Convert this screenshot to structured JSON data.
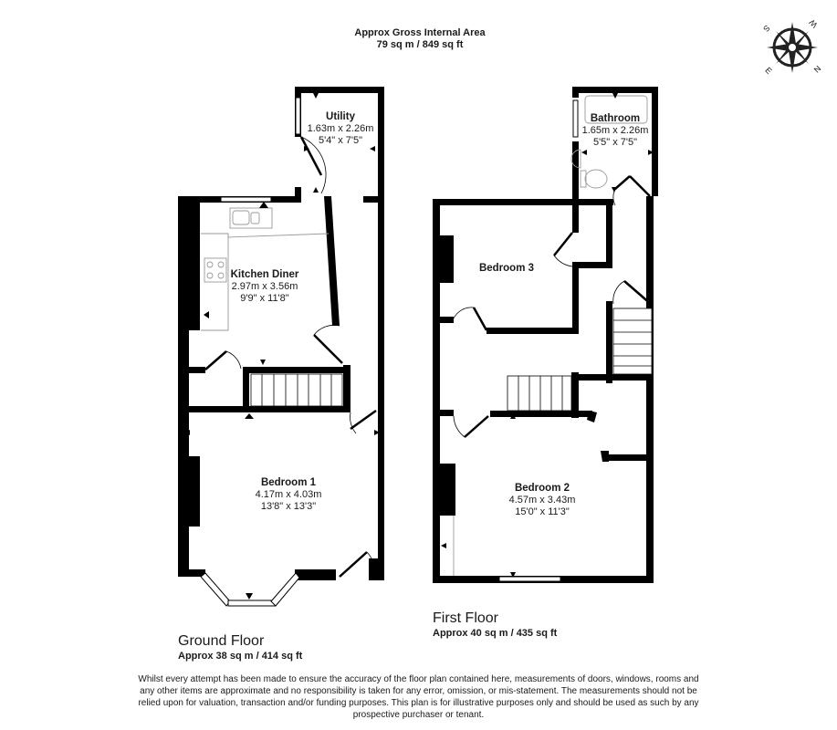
{
  "header": {
    "title": "Approx Gross Internal Area",
    "area": "79 sq m / 849 sq ft"
  },
  "compass": {
    "icon": "compass-rose-icon",
    "labels": {
      "n": "N",
      "s": "S",
      "e": "E",
      "w": "W"
    }
  },
  "ground_floor": {
    "title": "Ground Floor",
    "area": "Approx 38 sq m / 414 sq ft",
    "rooms": [
      {
        "name": "Utility",
        "metric": "1.63m x 2.26m",
        "imperial": "5'4\" x 7'5\""
      },
      {
        "name": "Kitchen Diner",
        "metric": "2.97m x 3.56m",
        "imperial": "9'9\" x 11'8\""
      },
      {
        "name": "Bedroom 1",
        "metric": "4.17m x 4.03m",
        "imperial": "13'8\" x 13'3\""
      }
    ]
  },
  "first_floor": {
    "title": "First Floor",
    "area": "Approx 40 sq m / 435 sq ft",
    "rooms": [
      {
        "name": "Bathroom",
        "metric": "1.65m x 2.26m",
        "imperial": "5'5\" x 7'5\""
      },
      {
        "name": "Bedroom 3",
        "metric": "",
        "imperial": ""
      },
      {
        "name": "Bedroom 2",
        "metric": "4.57m x 3.43m",
        "imperial": "15'0\" x 11'3\""
      }
    ]
  },
  "disclaimer": "Whilst every attempt has been made to ensure the accuracy of the floor plan contained here, measurements of doors, windows, rooms and any other items are approximate and no responsibility is taken for any error, omission, or mis-statement. The measurements should not be relied upon for valuation, transaction and/or funding purposes. This plan is for illustrative purposes only and should be used as such by any prospective purchaser or tenant.",
  "colors": {
    "wall": "#000000",
    "fixture": "#9a9a9a",
    "text": "#1a1a1a",
    "background": "#ffffff"
  }
}
